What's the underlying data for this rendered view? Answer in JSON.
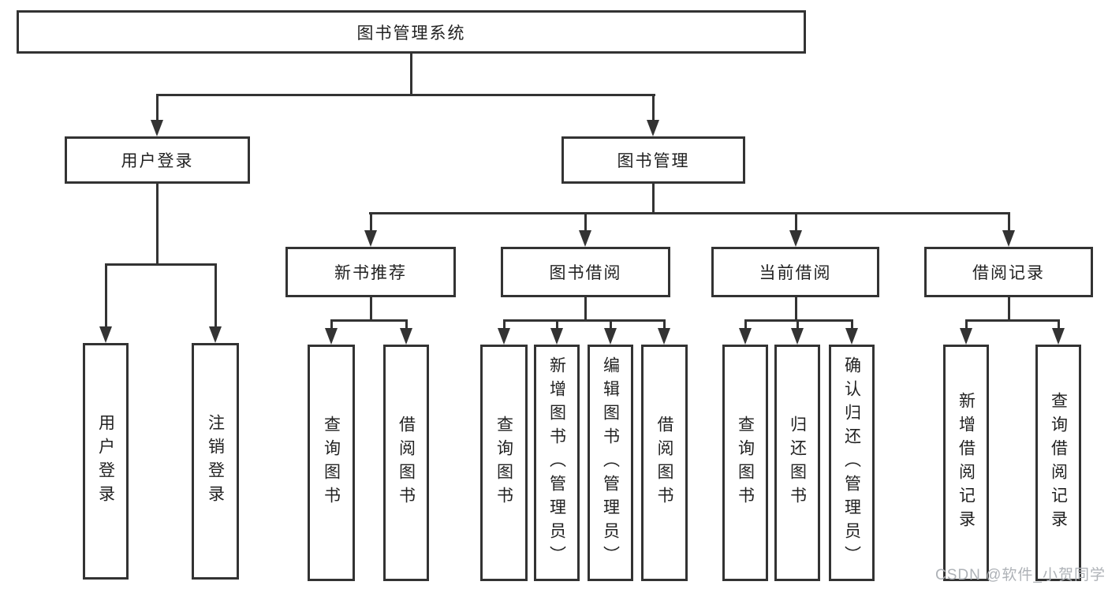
{
  "tree": {
    "root": "图书管理系统",
    "branches": [
      {
        "label": "用户登录",
        "leaves": [
          "用户登录",
          "注销登录"
        ]
      },
      {
        "label": "图书管理",
        "groups": [
          {
            "label": "新书推荐",
            "leaves": [
              "查询图书",
              "借阅图书"
            ]
          },
          {
            "label": "图书借阅",
            "leaves": [
              "查询图书",
              "新增图书（管理员）",
              "编辑图书（管理员）",
              "借阅图书"
            ]
          },
          {
            "label": "当前借阅",
            "leaves": [
              "查询图书",
              "归还图书",
              "确认归还（管理员）"
            ]
          },
          {
            "label": "借阅记录",
            "leaves": [
              "新增借阅记录",
              "查询借阅记录"
            ]
          }
        ]
      }
    ]
  },
  "watermark": "CSDN @软件_小贺同学",
  "colors": {
    "line": "#333333",
    "box_border": "#333333",
    "text": "#222222",
    "watermark": "#aeb2b7",
    "background": "#ffffff"
  }
}
